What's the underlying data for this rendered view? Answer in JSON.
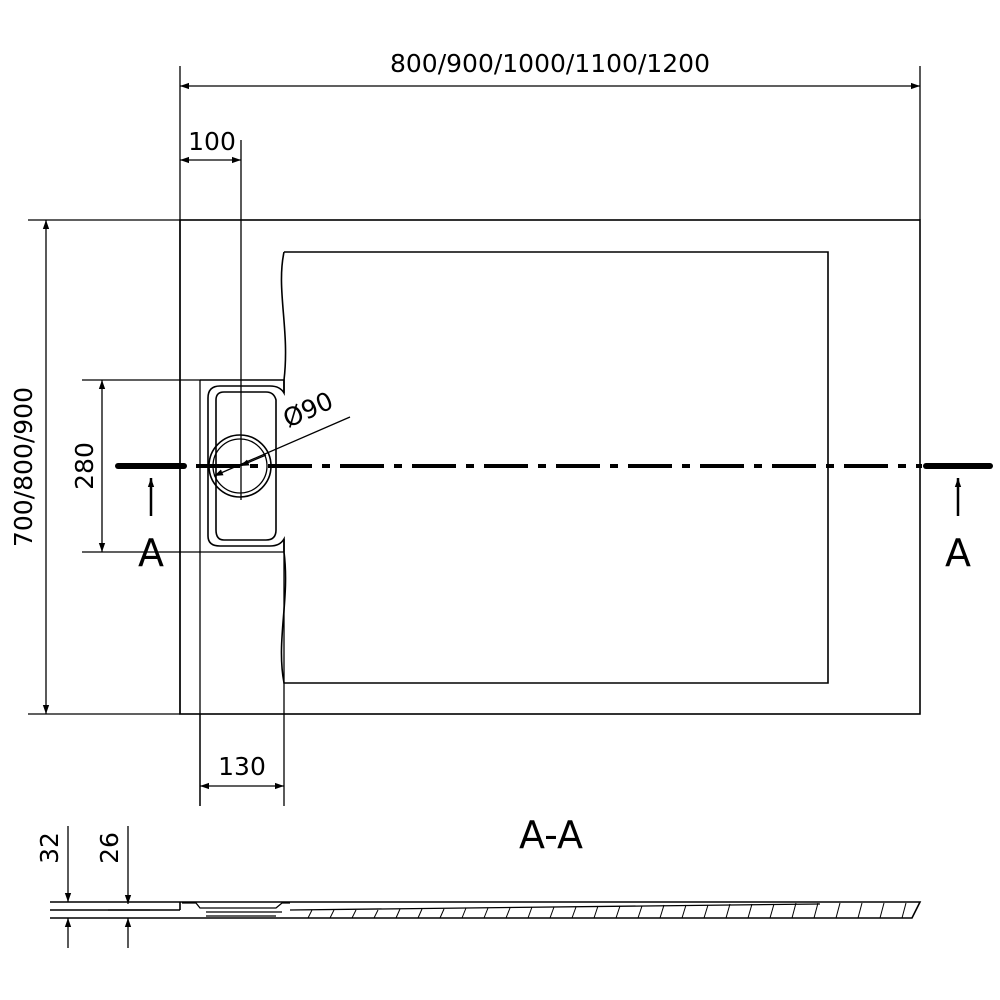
{
  "dimensions": {
    "overall_width": "800/900/1000/1100/1200",
    "overall_height": "700/800/900",
    "drain_offset": "100",
    "channel_width": "130",
    "channel_height": "280",
    "drain_diameter": "Ø90",
    "section_thickness_total": "32",
    "section_thickness_inner": "26"
  },
  "section": {
    "marker_left": "A",
    "marker_right": "A",
    "title": "A-A"
  },
  "colors": {
    "line": "#000000",
    "background": "#ffffff"
  }
}
